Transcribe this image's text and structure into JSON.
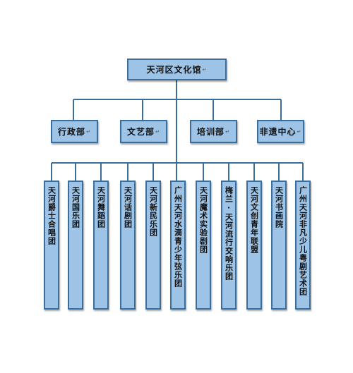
{
  "root": {
    "label": "天河区文化馆"
  },
  "departments": [
    {
      "label": "行政部"
    },
    {
      "label": "文艺部"
    },
    {
      "label": "培训部"
    },
    {
      "label": "非遗中心"
    }
  ],
  "groups": [
    {
      "label": "天河爵士合唱团"
    },
    {
      "label": "天河国乐团"
    },
    {
      "label": "天河舞蹈团"
    },
    {
      "label": "天河话剧团"
    },
    {
      "label": "天河新民乐团"
    },
    {
      "label": "广州天河水滴青少年弦乐团"
    },
    {
      "label": "天河魔术实验剧团"
    },
    {
      "label": "梅兰·天河流行交响乐团"
    },
    {
      "label": "天河文创青年联盟"
    },
    {
      "label": "天河书画院"
    },
    {
      "label": "广州天河非凡少儿粤剧艺术团"
    }
  ],
  "colors": {
    "box_fill": "#9dc3e6",
    "box_border": "#3c6e9c",
    "line": "#3c6e9c"
  }
}
